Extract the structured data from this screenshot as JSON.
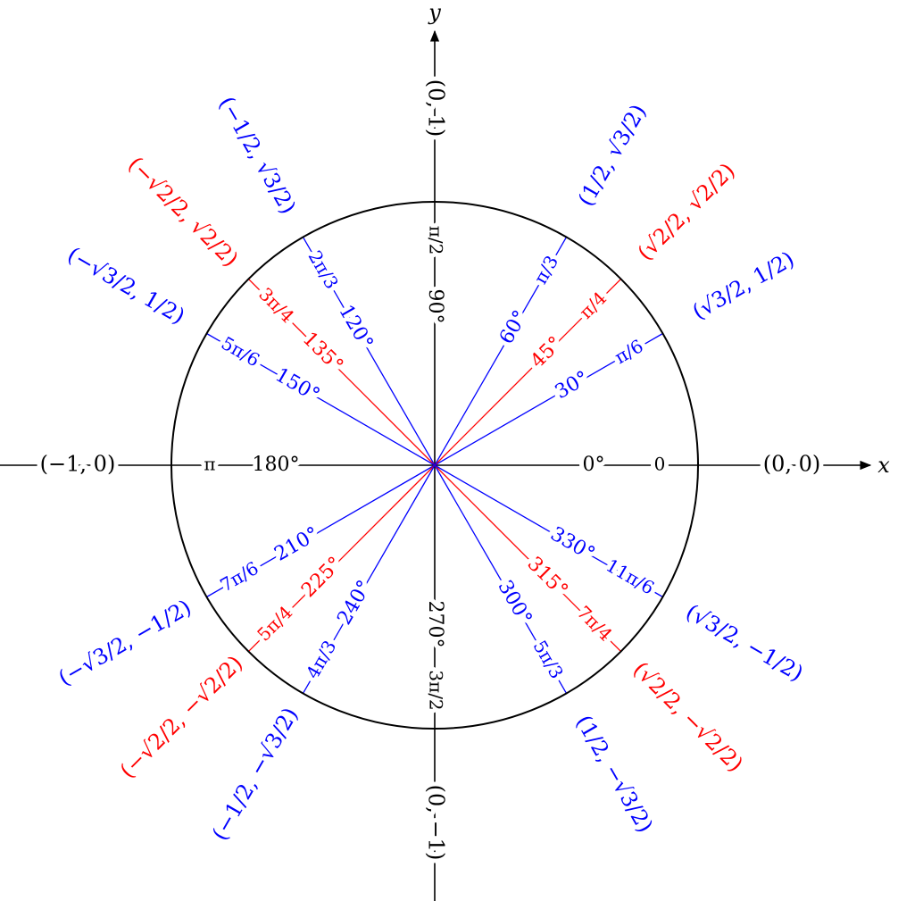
{
  "colors": {
    "axis": "#000000",
    "blue": "#0000ff",
    "red": "#ff0000"
  },
  "axes": {
    "x_label": "x",
    "y_label": "y"
  },
  "angles": [
    {
      "deg": 0,
      "degree_label": "0°",
      "radian_label": "0",
      "coord_label": "(0, 0)",
      "color": "axis"
    },
    {
      "deg": 30,
      "degree_label": "30°",
      "radian_label": "π/6",
      "coord_label": "(√3/2, 1/2)",
      "color": "blue"
    },
    {
      "deg": 45,
      "degree_label": "45°",
      "radian_label": "π/4",
      "coord_label": "(√2/2, √2/2)",
      "color": "red"
    },
    {
      "deg": 60,
      "degree_label": "60°",
      "radian_label": "π/3",
      "coord_label": "(1/2, √3/2)",
      "color": "blue"
    },
    {
      "deg": 90,
      "degree_label": "90°",
      "radian_label": "π/2",
      "coord_label": "(0, 1)",
      "color": "axis"
    },
    {
      "deg": 120,
      "degree_label": "120°",
      "radian_label": "2π/3",
      "coord_label": "(−1/2, √3/2)",
      "color": "blue"
    },
    {
      "deg": 135,
      "degree_label": "135°",
      "radian_label": "3π/4",
      "coord_label": "(−√2/2, √2/2)",
      "color": "red"
    },
    {
      "deg": 150,
      "degree_label": "150°",
      "radian_label": "5π/6",
      "coord_label": "(−√3/2, 1/2)",
      "color": "blue"
    },
    {
      "deg": 180,
      "degree_label": "180°",
      "radian_label": "π",
      "coord_label": "(−1, 0)",
      "color": "axis"
    },
    {
      "deg": 210,
      "degree_label": "210°",
      "radian_label": "7π/6",
      "coord_label": "(−√3/2, −1/2)",
      "color": "blue"
    },
    {
      "deg": 225,
      "degree_label": "225°",
      "radian_label": "5π/4",
      "coord_label": "(−√2/2, −√2/2)",
      "color": "red"
    },
    {
      "deg": 240,
      "degree_label": "240°",
      "radian_label": "4π/3",
      "coord_label": "(−1/2, −√3/2)",
      "color": "blue"
    },
    {
      "deg": 270,
      "degree_label": "270°",
      "radian_label": "3π/2",
      "coord_label": "(0, −1)",
      "color": "axis"
    },
    {
      "deg": 300,
      "degree_label": "300°",
      "radian_label": "5π/3",
      "coord_label": "(1/2, −√3/2)",
      "color": "blue"
    },
    {
      "deg": 315,
      "degree_label": "315°",
      "radian_label": "7π/4",
      "coord_label": "(√2/2, −√2/2)",
      "color": "red"
    },
    {
      "deg": 330,
      "degree_label": "330°",
      "radian_label": "11π/6",
      "coord_label": "(√3/2, −1/2)",
      "color": "blue"
    }
  ]
}
